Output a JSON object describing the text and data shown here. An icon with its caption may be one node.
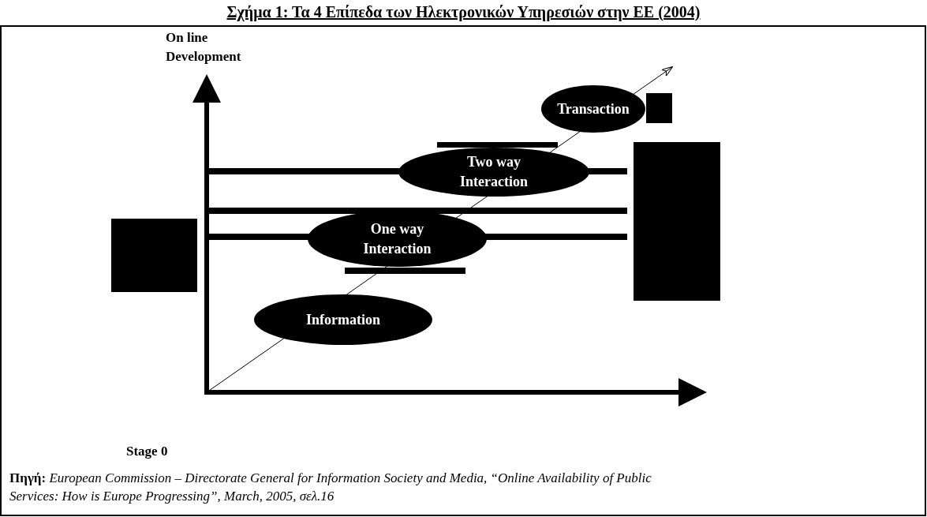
{
  "diagram": {
    "title": "Σχήμα 1: Τα 4 Επίπεδα των Ηλεκτρονικών Υπηρεσιών στην ΕΕ (2004)",
    "caption": "**Πηγή:** *European Commission – Directorate General for Information Society and Media, “Online Availability of Public Services: How is Europe Progressing”, March, 2005, σελ.16*",
    "nodes": [
      {
        "text": [
          "Transaction"
        ]
      },
      {
        "text": [
          "Two way Interaction"
        ]
      },
      {
        "text": [
          "One way Interaction"
        ]
      },
      {
        "text": [
          "Information"
        ]
      },
      {
        "text": [],
        "shape": "box"
      },
      {
        "text": [],
        "shape": "box"
      },
      {
        "text": [],
        "shape": "box"
      },
      {
        "text": [],
        "shape": "box"
      },
      {
        "text": [],
        "shape": "box"
      }
    ],
    "labels": [
      "On line Development",
      "Stage 0"
    ]
  }
}
